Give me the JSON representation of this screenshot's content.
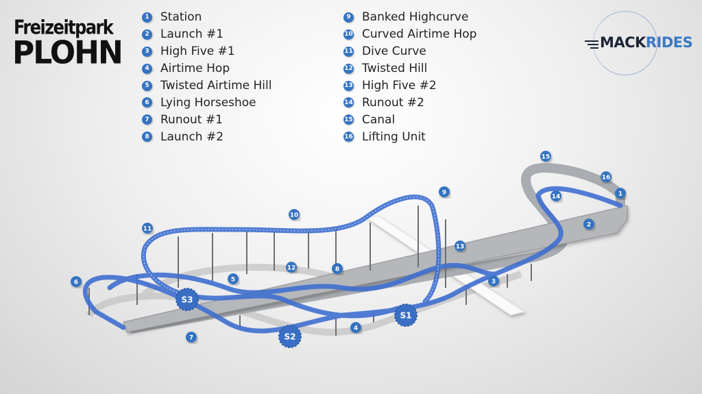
{
  "logos": {
    "park_line1": "Freizeitpark",
    "park_line2": "PLOHN",
    "manufacturer_part1": "MACK",
    "manufacturer_part2": "RIDES"
  },
  "legend": [
    {
      "num": "1",
      "label": "Station"
    },
    {
      "num": "2",
      "label": "Launch #1"
    },
    {
      "num": "3",
      "label": "High Five #1"
    },
    {
      "num": "4",
      "label": "Airtime Hop"
    },
    {
      "num": "5",
      "label": "Twisted Airtime Hill"
    },
    {
      "num": "6",
      "label": "Lying Horseshoe"
    },
    {
      "num": "7",
      "label": "Runout #1"
    },
    {
      "num": "8",
      "label": "Launch #2"
    },
    {
      "num": "9",
      "label": "Banked Highcurve"
    },
    {
      "num": "10",
      "label": "Curved Airtime Hop"
    },
    {
      "num": "11",
      "label": "Dive Curve"
    },
    {
      "num": "12",
      "label": "Twisted Hill"
    },
    {
      "num": "13",
      "label": "High Five #2"
    },
    {
      "num": "14",
      "label": "Runout #2"
    },
    {
      "num": "15",
      "label": "Canal"
    },
    {
      "num": "16",
      "label": "Lifting Unit"
    }
  ],
  "sensors": [
    "S1",
    "S2",
    "S3"
  ],
  "colors": {
    "badge": "#3573c0",
    "track": "#3f6fd0",
    "canal": "#a9acb0"
  }
}
